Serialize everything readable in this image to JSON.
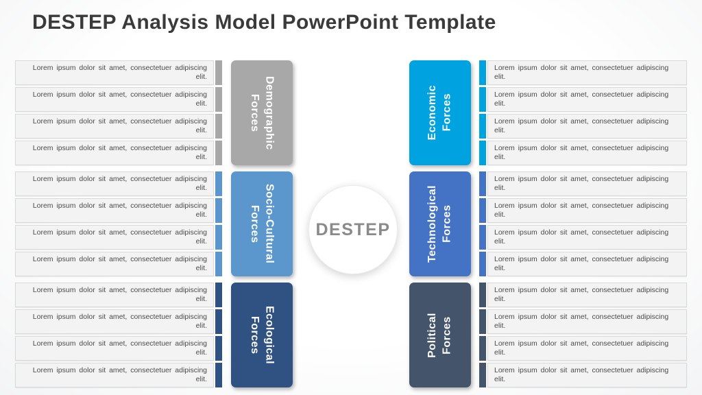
{
  "title": "DESTEP Analysis Model PowerPoint Template",
  "center_label": "DESTEP",
  "sections": [
    {
      "name": "demographic-forces",
      "label_line1": "Demographic",
      "label_line2": "Forces",
      "side": "left",
      "color": "#a8a8a8",
      "items": [
        "Lorem ipsum dolor sit amet, consectetuer adipiscing elit.",
        "Lorem ipsum dolor sit amet, consectetuer adipiscing elit.",
        "Lorem ipsum dolor sit amet, consectetuer adipiscing elit.",
        "Lorem ipsum dolor sit amet, consectetuer adipiscing elit."
      ]
    },
    {
      "name": "socio-cultural-forces",
      "label_line1": "Socio-Cultural",
      "label_line2": "Forces",
      "side": "left",
      "color": "#5b97cd",
      "items": [
        "Lorem ipsum dolor sit amet, consectetuer adipiscing elit.",
        "Lorem ipsum dolor sit amet, consectetuer adipiscing elit.",
        "Lorem ipsum dolor sit amet, consectetuer adipiscing elit.",
        "Lorem ipsum dolor sit amet, consectetuer adipiscing elit."
      ]
    },
    {
      "name": "ecological-forces",
      "label_line1": "Ecological",
      "label_line2": "Forces",
      "side": "left",
      "color": "#2f5282",
      "items": [
        "Lorem ipsum dolor sit amet, consectetuer adipiscing elit.",
        "Lorem ipsum dolor sit amet, consectetuer adipiscing elit.",
        "Lorem ipsum dolor sit amet, consectetuer adipiscing elit.",
        "Lorem ipsum dolor sit amet, consectetuer adipiscing elit."
      ]
    },
    {
      "name": "economic-forces",
      "label_line1": "Economic",
      "label_line2": "Forces",
      "side": "right",
      "color": "#00a2e0",
      "items": [
        "Lorem ipsum dolor sit amet, consectetuer adipiscing elit.",
        "Lorem ipsum dolor sit amet, consectetuer adipiscing elit.",
        "Lorem ipsum dolor sit amet, consectetuer adipiscing elit.",
        "Lorem ipsum dolor sit amet, consectetuer adipiscing elit."
      ]
    },
    {
      "name": "technological-forces",
      "label_line1": "Technological",
      "label_line2": "Forces",
      "side": "right",
      "color": "#4472c4",
      "items": [
        "Lorem ipsum dolor sit amet, consectetuer adipiscing elit.",
        "Lorem ipsum dolor sit amet, consectetuer adipiscing elit.",
        "Lorem ipsum dolor sit amet, consectetuer adipiscing elit.",
        "Lorem ipsum dolor sit amet, consectetuer adipiscing elit."
      ]
    },
    {
      "name": "political-forces",
      "label_line1": "Political",
      "label_line2": "Forces",
      "side": "right",
      "color": "#44546a",
      "items": [
        "Lorem ipsum dolor sit amet, consectetuer adipiscing elit.",
        "Lorem ipsum dolor sit amet, consectetuer adipiscing elit.",
        "Lorem ipsum dolor sit amet, consectetuer adipiscing elit.",
        "Lorem ipsum dolor sit amet, consectetuer adipiscing elit."
      ]
    }
  ]
}
